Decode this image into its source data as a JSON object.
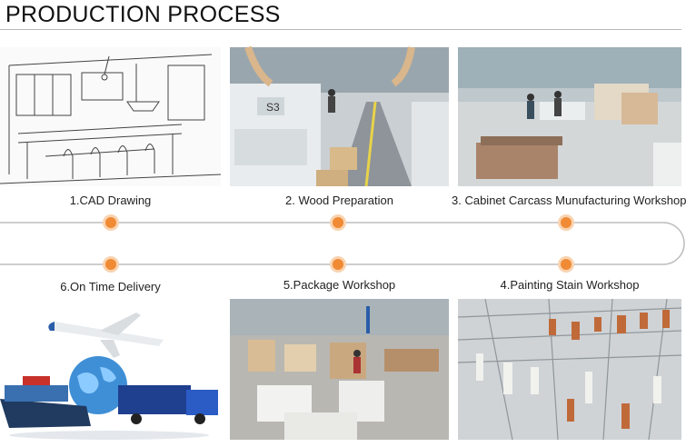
{
  "title": "PRODUCTION PROCESS",
  "steps": [
    {
      "label": "1.CAD Drawing"
    },
    {
      "label": "2. Wood Preparation"
    },
    {
      "label": "3. Cabinet Carcass Munufacturing Workshop"
    },
    {
      "label": "4.Painting Stain Workshop"
    },
    {
      "label": "5.Package Workshop"
    },
    {
      "label": "6.On Time Delivery"
    }
  ],
  "colors": {
    "accent": "#f08a34",
    "line": "#bdbdbd"
  }
}
